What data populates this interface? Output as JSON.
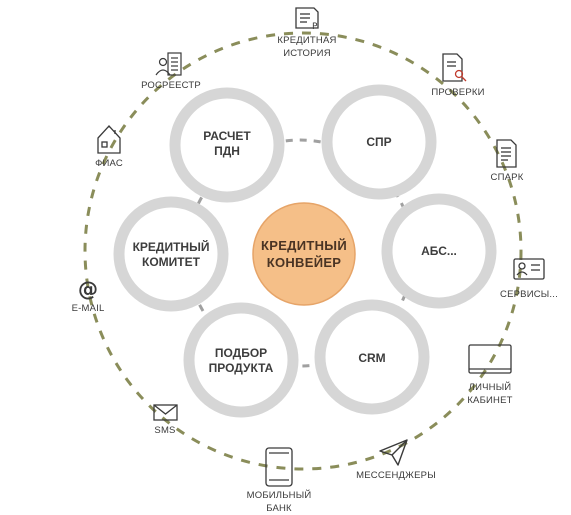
{
  "center": {
    "line1": "КРЕДИТНЫЙ",
    "line2": "КОНВЕЙЕР"
  },
  "nodes": [
    {
      "id": "raschet-pdn",
      "line1": "РАСЧЕТ",
      "line2": "ПДН"
    },
    {
      "id": "spr",
      "line1": "СПР",
      "line2": ""
    },
    {
      "id": "abs",
      "line1": "АБС...",
      "line2": ""
    },
    {
      "id": "crm",
      "line1": "CRM",
      "line2": ""
    },
    {
      "id": "podbor-produkta",
      "line1": "ПОДБОР",
      "line2": "ПРОДУКТА"
    },
    {
      "id": "kreditny-komitet",
      "line1": "КРЕДИТНЫЙ",
      "line2": "КОМИТЕТ"
    }
  ],
  "outer": [
    {
      "id": "kreditnaya-istoriya",
      "icon": "document-p-icon",
      "line1": "КРЕДИТНАЯ",
      "line2": "ИСТОРИЯ"
    },
    {
      "id": "proverki",
      "icon": "document-search-icon",
      "line1": "ПРОВЕРКИ",
      "line2": ""
    },
    {
      "id": "spark",
      "icon": "document-icon",
      "line1": "СПАРК",
      "line2": ""
    },
    {
      "id": "servisy",
      "icon": "id-card-icon",
      "line1": "СЕРВИСЫ...",
      "line2": ""
    },
    {
      "id": "lichny-kabinet",
      "icon": "monitor-icon",
      "line1": "ЛИЧНЫЙ",
      "line2": "КАБИНЕТ"
    },
    {
      "id": "messendzhery",
      "icon": "paper-plane-icon",
      "line1": "МЕССЕНДЖЕРЫ",
      "line2": ""
    },
    {
      "id": "mobilny-bank",
      "icon": "phone-icon",
      "line1": "МОБИЛЬНЫЙ",
      "line2": "БАНК"
    },
    {
      "id": "sms",
      "icon": "envelope-icon",
      "line1": "SMS",
      "line2": ""
    },
    {
      "id": "email",
      "icon": "at-icon",
      "line1": "E-MAIL",
      "line2": ""
    },
    {
      "id": "fias",
      "icon": "house-icon",
      "line1": "ФИАС",
      "line2": ""
    },
    {
      "id": "rosreestr",
      "icon": "registry-icon",
      "line1": "РОСРЕЕСТР",
      "line2": ""
    }
  ],
  "colors": {
    "outer_ring": "#8a8d5a",
    "inner_ring": "#9a9a9a",
    "node_ring": "#d6d6d6",
    "center_fill": "#f5bf88",
    "center_stroke": "#e6a468",
    "icon_stroke": "#3a3a3a"
  }
}
